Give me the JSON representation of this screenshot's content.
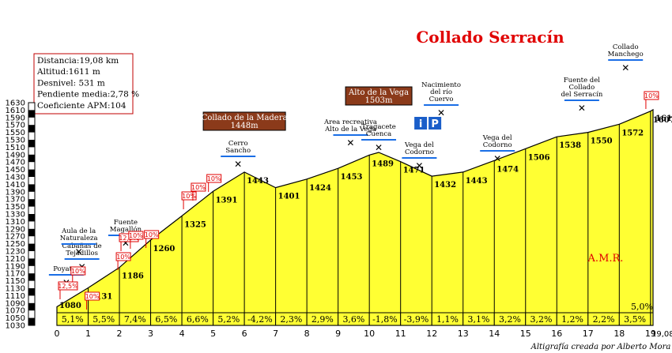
{
  "chart_data": {
    "type": "area",
    "title": "Collado Serracín",
    "credit": "Altigrafía creada por Alberto Mora",
    "amr_label": "A.M.R.",
    "info_box": [
      "Distancia:19,08 km",
      "Altitud:1611 m",
      "Desnivel: 531 m",
      "Pendiente media:2,78 %",
      "Coeficiente APM:104"
    ],
    "ylim": [
      1030,
      1630
    ],
    "y_ticks": [
      1030,
      1050,
      1070,
      1090,
      1110,
      1130,
      1150,
      1170,
      1190,
      1210,
      1230,
      1250,
      1270,
      1290,
      1310,
      1330,
      1350,
      1370,
      1390,
      1410,
      1430,
      1450,
      1470,
      1490,
      1510,
      1530,
      1550,
      1570,
      1590,
      1610,
      1630
    ],
    "xlim": [
      0,
      19.08
    ],
    "x_ticks": [
      0,
      1,
      2,
      3,
      4,
      5,
      6,
      7,
      8,
      9,
      10,
      11,
      12,
      13,
      14,
      15,
      16,
      17,
      18,
      19
    ],
    "x_end_label": "19,08",
    "profile": {
      "x": [
        0,
        1,
        2,
        3,
        4,
        5,
        6,
        7,
        8,
        9,
        10,
        10.3,
        11,
        12,
        13,
        14,
        15,
        16,
        17,
        18,
        19,
        19.08
      ],
      "y": [
        1080,
        1131,
        1186,
        1260,
        1325,
        1391,
        1443,
        1401,
        1424,
        1453,
        1489,
        1496,
        1471,
        1432,
        1443,
        1474,
        1506,
        1538,
        1550,
        1572,
        1607,
        1611
      ]
    },
    "km_altitudes": [
      {
        "x": 0,
        "label": "1080"
      },
      {
        "x": 1,
        "label": "1131"
      },
      {
        "x": 2,
        "label": "1186"
      },
      {
        "x": 3,
        "label": "1260"
      },
      {
        "x": 4,
        "label": "1325"
      },
      {
        "x": 5,
        "label": "1391"
      },
      {
        "x": 6,
        "label": "1443"
      },
      {
        "x": 7,
        "label": "1401"
      },
      {
        "x": 8,
        "label": "1424"
      },
      {
        "x": 9,
        "label": "1453"
      },
      {
        "x": 10,
        "label": "1489"
      },
      {
        "x": 11,
        "label": "1471"
      },
      {
        "x": 12,
        "label": "1432"
      },
      {
        "x": 13,
        "label": "1443"
      },
      {
        "x": 14,
        "label": "1474"
      },
      {
        "x": 15,
        "label": "1506"
      },
      {
        "x": 16,
        "label": "1538"
      },
      {
        "x": 17,
        "label": "1550"
      },
      {
        "x": 18,
        "label": "1572"
      },
      {
        "x": 19,
        "label": "1607"
      },
      {
        "x": 19.08,
        "label": "1611"
      }
    ],
    "segment_slopes": [
      "5,1%",
      "5,5%",
      "7,4%",
      "6,5%",
      "6,6%",
      "5,2%",
      "-4,2%",
      "2,3%",
      "2,9%",
      "3,6%",
      "-1,8%",
      "-3,9%",
      "1,1%",
      "3,1%",
      "3,2%",
      "3,2%",
      "1,2%",
      "2,2%",
      "3,5%",
      "5,0%"
    ],
    "passes": [
      {
        "name": "Collado de la Madera",
        "alt": "1448m",
        "x": 6
      },
      {
        "name": "Alto de la Vega",
        "alt": "1503m",
        "x": 10.3
      }
    ],
    "places": [
      {
        "lines": [
          "Poyatos"
        ],
        "x": 0.3
      },
      {
        "lines": [
          "Cabañas de",
          "Tejadillos"
        ],
        "x": 0.8
      },
      {
        "lines": [
          "Aula de la",
          "Naturaleza"
        ],
        "x": 0.7
      },
      {
        "lines": [
          "Fuente",
          "Magallón"
        ],
        "x": 2.2
      },
      {
        "lines": [
          "Cerro",
          "Sancho"
        ],
        "x": 5.8
      },
      {
        "lines": [
          "Area recreativa",
          "Alto de la Vega"
        ],
        "x": 9.4
      },
      {
        "lines": [
          "Tragacete",
          "Cuenca"
        ],
        "x": 10.3
      },
      {
        "lines": [
          "Vega del",
          "Codorno"
        ],
        "x": 11.6
      },
      {
        "lines": [
          "Nacimiento",
          "del río",
          "Cuervo"
        ],
        "x": 12.3
      },
      {
        "lines": [
          "Vega del",
          "Codorno"
        ],
        "x": 14.1
      },
      {
        "lines": [
          "Fuente del",
          "Collado",
          "del Serracín"
        ],
        "x": 16.8
      },
      {
        "lines": [
          "Collado",
          "Manchego"
        ],
        "x": 18.2
      }
    ],
    "gradient_flags": [
      {
        "label": "10%",
        "x": 1.9
      },
      {
        "label": "12,5%",
        "x": 2.0
      },
      {
        "label": "10%",
        "x": 2.3
      },
      {
        "label": "10%",
        "x": 2.8
      },
      {
        "label": "10%",
        "x": 4.0
      },
      {
        "label": "10%",
        "x": 4.3
      },
      {
        "label": "10%",
        "x": 4.8
      },
      {
        "label": "10%",
        "x": 0.45
      },
      {
        "label": "12,5%",
        "x": 0.05
      },
      {
        "label": "10%",
        "x": 0.9
      },
      {
        "label": "10%",
        "x": 18.8
      }
    ],
    "poi_signs": {
      "info": "i",
      "parking": "P"
    },
    "colors": {
      "fill": "#ffff33",
      "title": "#e00000",
      "pass_box": "#8b3a1a",
      "flag": "#e00000",
      "arrow": "#1a6ee6",
      "slope_band": "#ffff33"
    }
  }
}
